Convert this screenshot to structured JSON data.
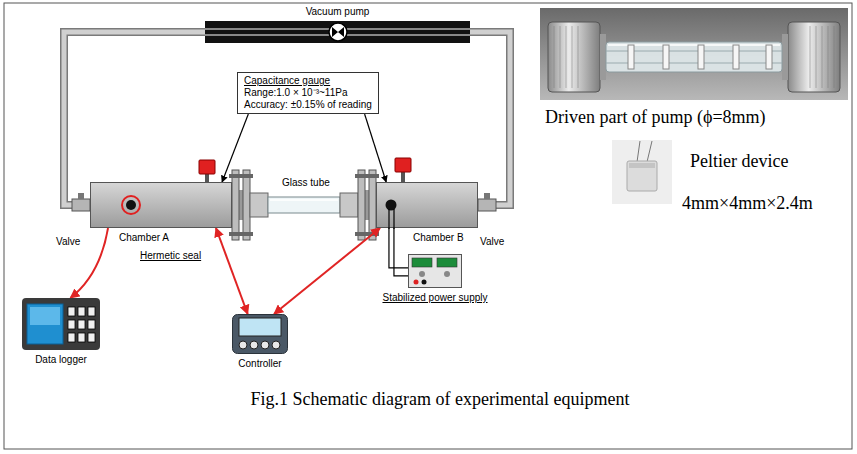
{
  "diagram": {
    "caption": "Fig.1 Schematic diagram of experimental equipment",
    "nodes": [
      {
        "text": [
          "Vacuum pump"
        ]
      },
      {
        "text": [
          "Capacitance gauge",
          "Range:1.0 × 10⁻³~11Pa",
          "Accuracy: ±0.15% of reading"
        ]
      },
      {
        "text": [
          "Chamber A"
        ]
      },
      {
        "text": [
          "Chamber B"
        ]
      },
      {
        "text": [
          "Data logger"
        ]
      },
      {
        "text": [
          "Controller"
        ]
      },
      {
        "text": [
          "Stabilized power supply"
        ]
      }
    ],
    "edges": [
      {
        "from": 0,
        "to": 2,
        "arrow": "none"
      },
      {
        "from": 0,
        "to": 3,
        "arrow": "none"
      },
      {
        "from": 1,
        "to": 2,
        "arrow": "to"
      },
      {
        "from": 1,
        "to": 3,
        "arrow": "to"
      },
      {
        "from": 5,
        "to": 2,
        "arrow": "both"
      },
      {
        "from": 5,
        "to": 3,
        "arrow": "both"
      },
      {
        "from": 2,
        "to": 4,
        "arrow": "to"
      },
      {
        "from": 3,
        "to": 6,
        "arrow": "none"
      }
    ],
    "labels": [
      "Glass tube",
      "Valve",
      "Valve",
      "Hermetic seal",
      "Driven part of pump (ϕ=8mm)",
      "Peltier device",
      "4mm×4mm×2.4m"
    ]
  }
}
